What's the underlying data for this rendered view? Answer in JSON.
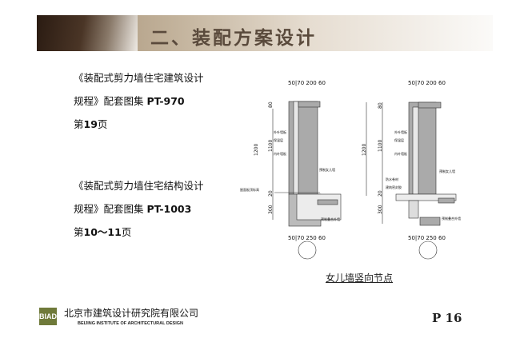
{
  "header": {
    "title": "二、装配方案设计"
  },
  "refs": [
    {
      "line1": "《装配式剪力墙住宅建筑设计",
      "line2_prefix": "规程》配套图集 ",
      "code": "PT-970",
      "page_prefix": "第",
      "page_num": "19",
      "page_suffix": "页"
    },
    {
      "line1": "《装配式剪力墙住宅结构设计",
      "line2_prefix": "规程》配套图集 ",
      "code": "PT-1003",
      "page_prefix": "第",
      "page_num": "10～11",
      "page_suffix": "页"
    }
  ],
  "drawing": {
    "caption": "女儿墙竖向节点",
    "left": {
      "top_dims": "50|70  200  60",
      "bottom_dims": "50|70  250  60",
      "h_total": "1200",
      "h_wall": "1100",
      "h_cap": "80",
      "h_joint": "20",
      "h_base": "300",
      "labels": [
        "外叶墙板",
        "保温层",
        "内叶墙板",
        "预制女儿墙",
        "屋面板顶标高",
        "预制叠合外墙"
      ]
    },
    "right": {
      "top_dims": "50|70  200  60",
      "bottom_dims": "50|70  250  60",
      "h_total": "1200",
      "h_wall": "1100",
      "h_cap": "80",
      "h_joint": "20",
      "h_base": "300",
      "labels": [
        "外叶墙板",
        "保温层",
        "内叶墙板",
        "预制女儿墙",
        "防水卷材",
        "建筑密封胶",
        "预制叠合外墙"
      ]
    }
  },
  "footer": {
    "logo": "BIAD",
    "company": "北京市建筑设计研究院有限公司",
    "company_en": "BEIJING INSTITUTE OF ARCHITECTURAL DESIGN",
    "page": "P 16"
  }
}
